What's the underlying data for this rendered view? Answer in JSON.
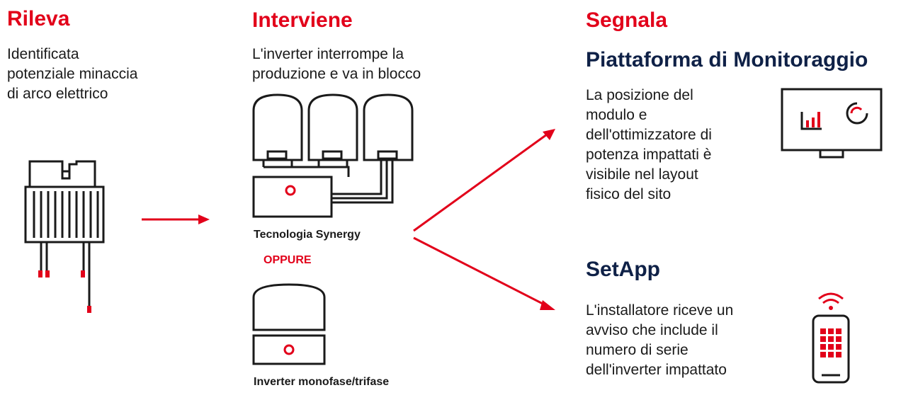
{
  "columns": {
    "detect": {
      "title": "Rileva",
      "text": "Identificata\npotenziale minaccia\ndi arco elettrico"
    },
    "intervene": {
      "title": "Interviene",
      "text": "L'inverter interrompe la\nproduzione e va in blocco",
      "synergy_caption": "Tecnologia Synergy",
      "or_label": "OPPURE",
      "single_caption": "Inverter monofase/trifase"
    },
    "signal": {
      "title": "Segnala",
      "platform_title": "Piattaforma di Monitoraggio",
      "platform_text": "La posizione del\nmodulo e\ndell'ottimizzatore di\npotenza impattati è\nvisibile nel layout\nfisico del sito",
      "setapp_title": "SetApp",
      "setapp_text": "L'installatore riceve un\navviso che include il\nnumero di serie\ndell'inverter impattato"
    }
  },
  "icons": {
    "optimizer": "power-optimizer-icon",
    "synergy": "synergy-inverter-icon",
    "single": "single-inverter-icon",
    "monitor": "monitor-chart-icon",
    "phone": "smartphone-wifi-icon"
  },
  "colors": {
    "accent": "#e2001a",
    "navy": "#0f2147",
    "outline": "#1a1a1a"
  }
}
